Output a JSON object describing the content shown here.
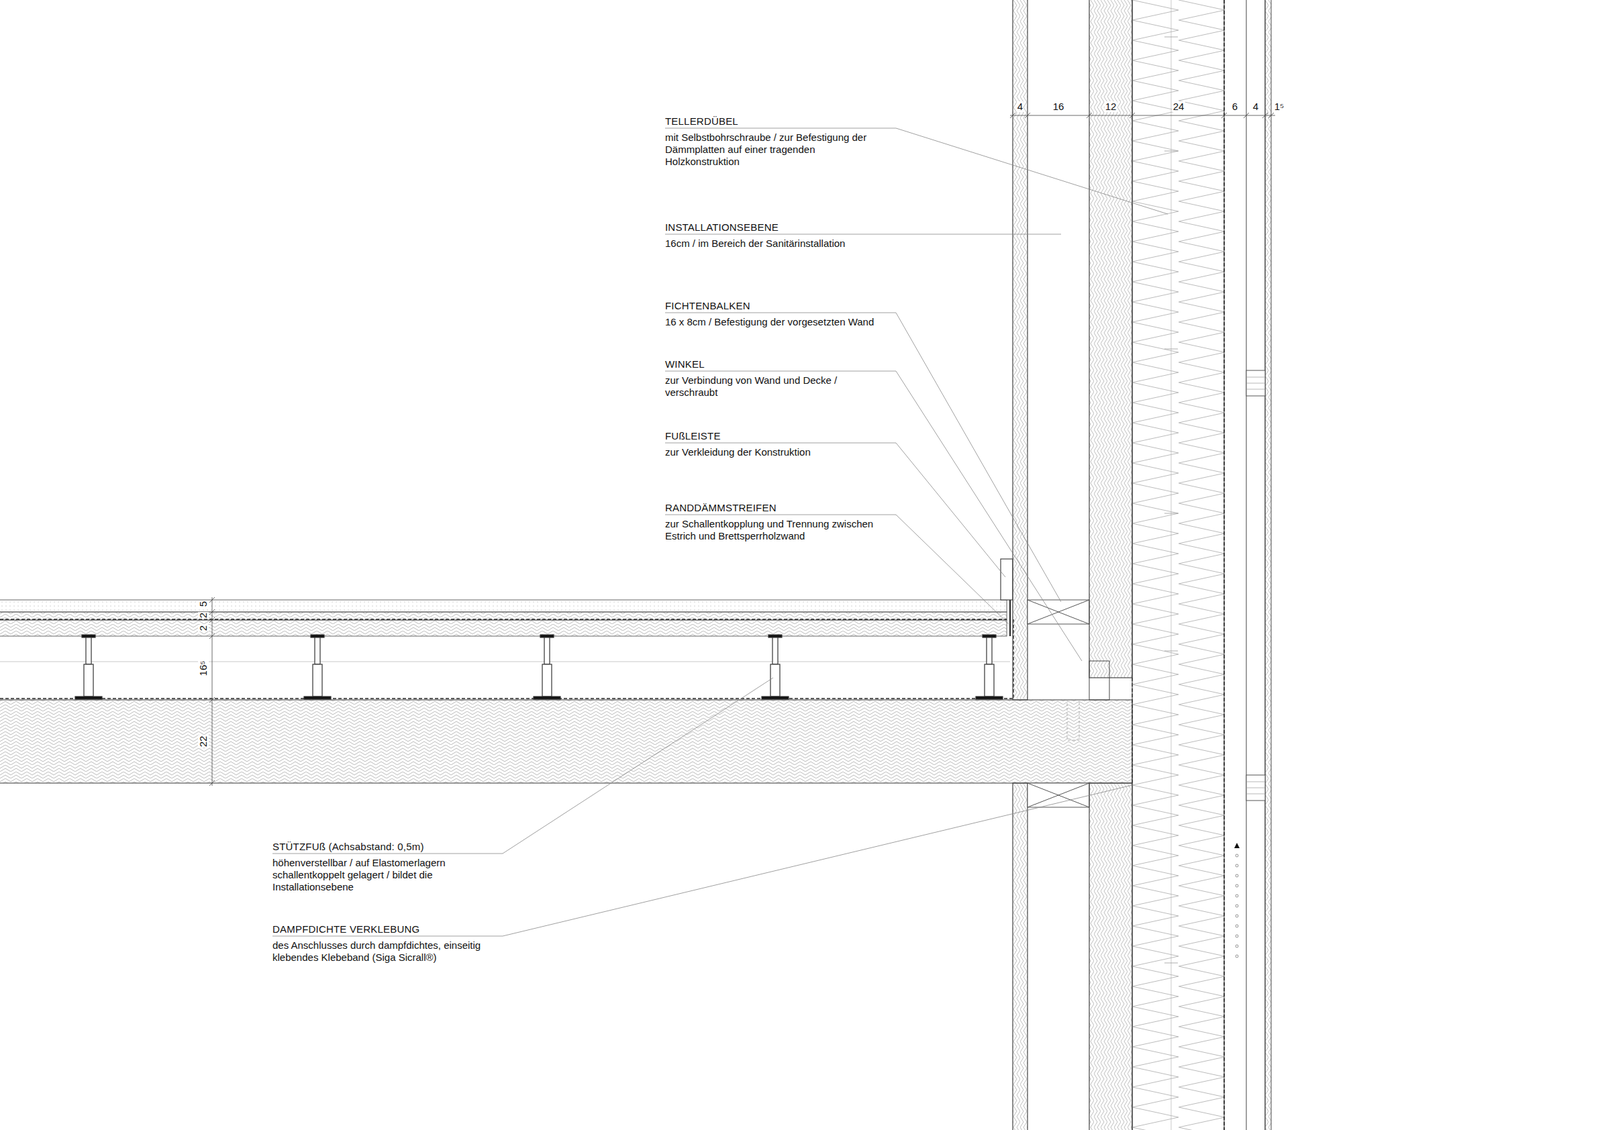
{
  "diagram": {
    "labels": [
      "TELLERDÜBEL",
      "mit Selbstbohrschraube / zur Befestigung der Dämmplatten auf einer tragenden Holzkonstruktion",
      "INSTALLATIONSEBENE",
      "16cm / im Bereich der Sanitärinstallation",
      "FICHTENBALKEN",
      "16 x 8cm / Befestigung der vorgesetzten Wand",
      "WINKEL",
      "zur Verbindung von Wand und Decke / verschraubt",
      "FUßLEISTE",
      "zur Verkleidung der Konstruktion",
      "RANDDÄMMSTREIFEN",
      "zur Schallentkopplung und Trennung zwischen Estrich und Brettsperrholzwand",
      "STÜTZFUß (Achsabstand: 0,5m)",
      "höhenverstellbar / auf Elastomerlagern schallentkoppelt gelagert / bildet die Installationsebene",
      "DAMPFDICHTE VERKLEBUNG",
      "des Anschlusses durch dampfdichtes, einseitig klebendes Klebeband (Siga Sicrall®)",
      "4",
      "16",
      "12",
      "24",
      "6",
      "4",
      "1⁵",
      "5",
      "2",
      "2",
      "16⁵",
      "22"
    ]
  }
}
